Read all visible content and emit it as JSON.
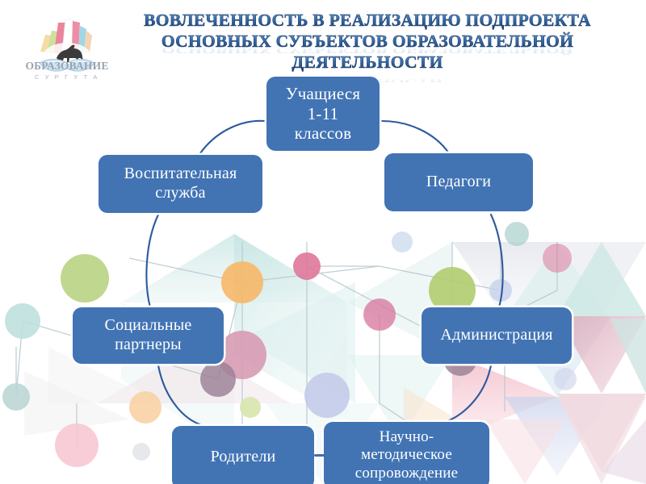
{
  "slide": {
    "title_lines": [
      "ВОВЛЕЧЕННОСТЬ В РЕАЛИЗАЦИЮ ПОДПРОЕКТА",
      "ОСНОВНЫХ СУБЪЕКТОВ ОБРАЗОВАТЕЛЬНОЙ",
      "ДЕЯТЕЛЬНОСТИ"
    ],
    "title_color_top": "#6f9fd0",
    "title_color_bottom": "#17427c",
    "background_color": "#ffffff"
  },
  "logo": {
    "name": "obrazovanie-surguta-logo",
    "line1": "ОБРАЗОВАНИЕ",
    "line2": "С У Р Г У Т А",
    "text_color": "#9aa4b0",
    "book_color": "#b9d4e8",
    "spine_colors": [
      "#f2c9a0",
      "#f3e09a",
      "#c9dd8f",
      "#ffffff",
      "#e8708f",
      "#8fd0e0",
      "#a9c6e8"
    ]
  },
  "diagram": {
    "node_fill": "#4274b4",
    "node_text_color": "#ffffff",
    "ring_color": "#2d5a9e",
    "nodes": [
      {
        "id": "students",
        "label_lines": [
          "Учащиеся",
          "1-11",
          "классов"
        ]
      },
      {
        "id": "teachers",
        "label_lines": [
          "Педагоги"
        ]
      },
      {
        "id": "edu_service",
        "label_lines": [
          "Воспитательная",
          "служба"
        ]
      },
      {
        "id": "partners",
        "label_lines": [
          "Социальные",
          "партнеры"
        ]
      },
      {
        "id": "administration",
        "label_lines": [
          "Администрация"
        ]
      },
      {
        "id": "parents",
        "label_lines": [
          "Родители"
        ]
      },
      {
        "id": "method",
        "label_lines": [
          "Научно-",
          "методическое",
          "сопровождение"
        ]
      }
    ]
  },
  "decor": {
    "circle_colors": [
      "#f6b96a",
      "#e0799c",
      "#d79bb2",
      "#b0cc6f",
      "#9a8095",
      "#c3c9e8",
      "#bfe0dd",
      "#f9d2a6",
      "#f7c8d4",
      "#d9e6ae",
      "#a8cfcb"
    ],
    "triangle_tint_teal": "#cfe8e6",
    "triangle_tint_pink": "#f3c4cd",
    "triangle_tint_lavender": "#ccd4ec",
    "triangle_tint_grey": "#eceef2",
    "link_color": "#b9c9cf"
  }
}
